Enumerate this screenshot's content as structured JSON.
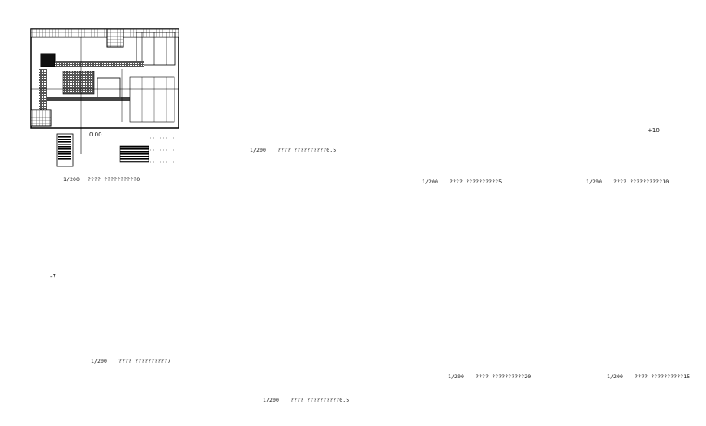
{
  "drawing": {
    "plans": [
      {
        "id": "plan-1",
        "scale": "1/200",
        "caption": "???? ??????????0",
        "level": "0.00"
      },
      {
        "id": "plan-2",
        "scale": "1/200",
        "caption": "???? ??????????0.5"
      },
      {
        "id": "plan-3",
        "scale": "1/200",
        "caption": "???? ??????????5"
      },
      {
        "id": "plan-4",
        "scale": "1/200",
        "caption": "???? ??????????10",
        "level": "+10"
      },
      {
        "id": "plan-5",
        "scale": "1/200",
        "caption": "???? ??????????7",
        "level": "-7"
      },
      {
        "id": "plan-6",
        "scale": "1/200",
        "caption": "???? ??????????0.5"
      },
      {
        "id": "plan-7",
        "scale": "1/200",
        "caption": "???? ??????????20"
      },
      {
        "id": "plan-8",
        "scale": "1/200",
        "caption": "???? ??????????15"
      }
    ],
    "colors": {
      "line": "#000000",
      "hatch": "#3a3a3a",
      "accent": "#4a78c8",
      "highlight": "#c85050"
    }
  }
}
